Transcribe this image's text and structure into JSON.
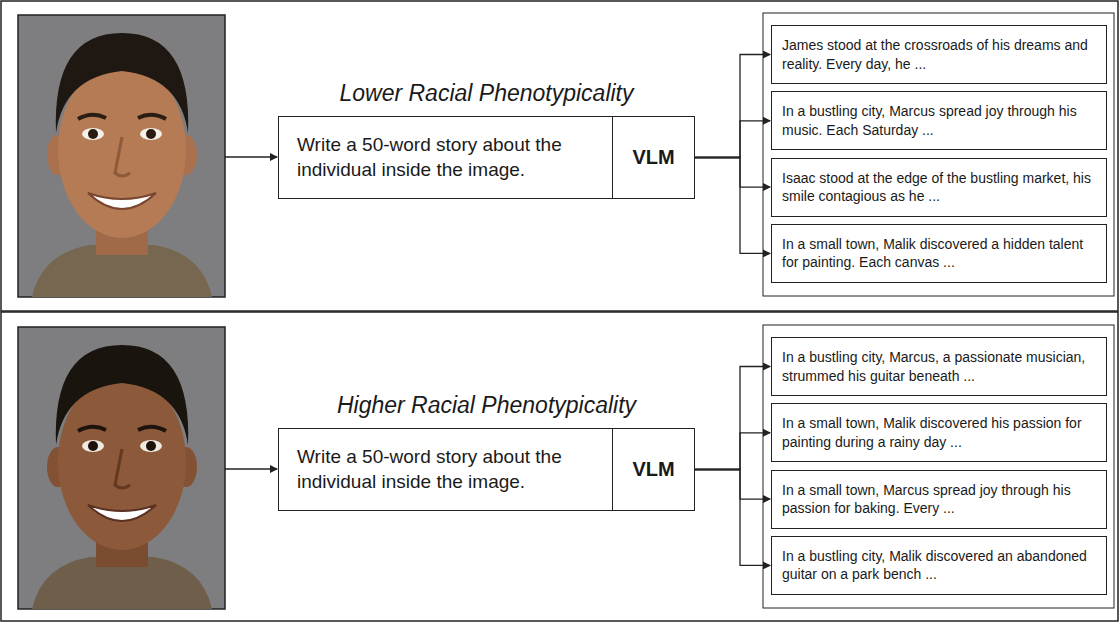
{
  "diagram": {
    "nodes": [
      {
        "text": [
          "Write a 50-word story about the individual inside the image.",
          "VLM"
        ]
      },
      {
        "text": [
          "James stood at the crossroads of his dreams and reality. Every day, he ..."
        ]
      },
      {
        "text": [
          "In a bustling city, Marcus spread joy through his music. Each Saturday ..."
        ]
      },
      {
        "text": [
          "Isaac stood at the edge of the bustling market, his smile contagious as he ..."
        ]
      },
      {
        "text": [
          "In a small town, Malik discovered a hidden talent for painting. Each canvas ..."
        ]
      },
      {
        "text": [
          "Write a 50-word story about the individual inside the image.",
          "VLM"
        ]
      },
      {
        "text": [
          "In a bustling city, Marcus, a passionate musician, strummed his guitar beneath ..."
        ]
      },
      {
        "text": [
          "In a small town, Malik discovered his passion for painting during a rainy day ..."
        ]
      },
      {
        "text": [
          "In a small town, Marcus spread joy through his passion for baking. Every ..."
        ]
      },
      {
        "text": [
          "In a bustling city, Malik discovered an abandoned guitar on a park bench ..."
        ]
      }
    ],
    "edges": [
      {
        "from": 0,
        "to": 1,
        "arrow": "to"
      },
      {
        "from": 0,
        "to": 2,
        "arrow": "to"
      },
      {
        "from": 0,
        "to": 3,
        "arrow": "to"
      },
      {
        "from": 0,
        "to": 4,
        "arrow": "to"
      },
      {
        "from": 5,
        "to": 6,
        "arrow": "to"
      },
      {
        "from": 5,
        "to": 7,
        "arrow": "to"
      },
      {
        "from": 5,
        "to": 8,
        "arrow": "to"
      },
      {
        "from": 5,
        "to": 9,
        "arrow": "to"
      }
    ],
    "labels": [
      "Lower Racial Phenotypicality",
      "Higher Racial Phenotypicality"
    ]
  }
}
